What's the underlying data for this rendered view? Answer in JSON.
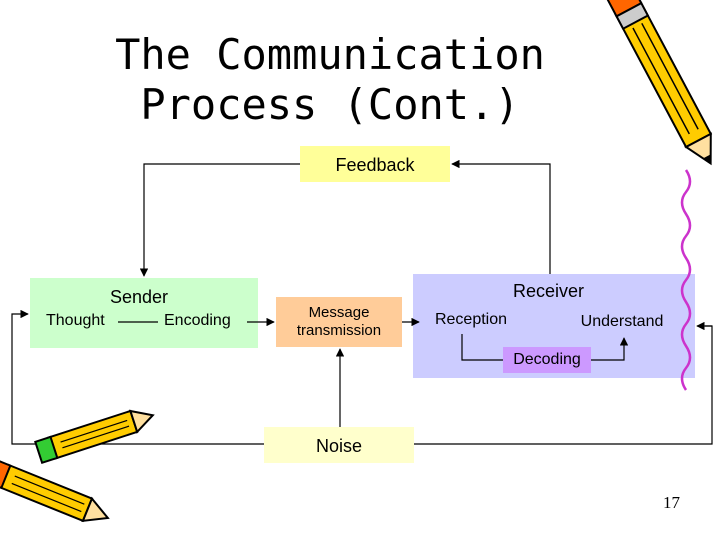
{
  "slide": {
    "title_line1": "The Communication",
    "title_line2": "Process (Cont.)",
    "page_number": "17"
  },
  "diagram": {
    "feedback": "Feedback",
    "sender": "Sender",
    "thought": "Thought",
    "encoding": "Encoding",
    "message_line1": "Message",
    "message_line2": "transmission",
    "receiver": "Receiver",
    "reception": "Reception",
    "understand": "Understand",
    "decoding": "Decoding",
    "noise": "Noise"
  },
  "colors": {
    "sender_bg": "#ccffcc",
    "receiver_bg": "#ccccff",
    "message_bg": "#ffcc99",
    "feedback_bg": "#ffff99",
    "noise_bg": "#ffffcc",
    "reception_bg": "#ccccff",
    "decoding_bg": "#cc99ff"
  },
  "decoration": {
    "pencil_icon_top": "pencil-icon",
    "pencil_icon_bottom": "pencil-icon"
  }
}
